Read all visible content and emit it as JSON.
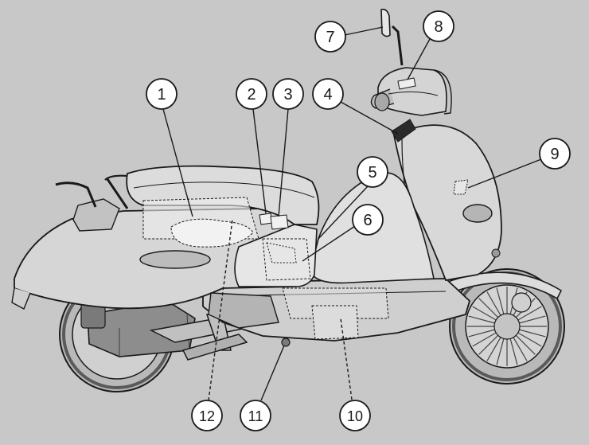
{
  "colors": {
    "background": "#c8c8c8",
    "body_fill": "#d6d6d6",
    "body_light": "#e2e2e2",
    "tire": "#b9b9b9",
    "tread": "#5a5a5a",
    "outline": "#1a1a1a",
    "hidden_fill": "#e8e8e8",
    "callout_fill": "#ffffff"
  },
  "callouts": [
    {
      "label": "1"
    },
    {
      "label": "2"
    },
    {
      "label": "3"
    },
    {
      "label": "4"
    },
    {
      "label": "5"
    },
    {
      "label": "6"
    },
    {
      "label": "7"
    },
    {
      "label": "8"
    },
    {
      "label": "9"
    },
    {
      "label": "10"
    },
    {
      "label": "11"
    },
    {
      "label": "12"
    }
  ]
}
